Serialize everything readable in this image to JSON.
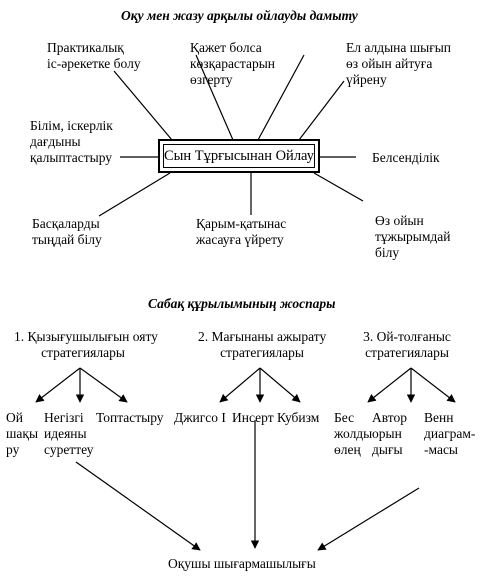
{
  "diagram1": {
    "title": "Оқу мен жазу арқылы ойлауды дамыту",
    "center": "Сын Тұрғысынан Ойлау",
    "nodes": {
      "practical": "Практикалық\nіс-әрекетке болу",
      "change": "Қажет болса\nкөзқарастарын\nөзгерту",
      "express": "Ел алдына шығып\nөз ойын айтуға\nүйрену",
      "knowledge": "Білім, іскерлік\nдағдыны\nқалыптастыру",
      "activity": "Белсенділік",
      "listen": "Басқаларды\nтыңдай білу",
      "communicate": "Қарым-қатынас\nжасауға үйрету",
      "formulate": "Өз ойын\nтұжырымдай\nбілу"
    }
  },
  "diagram2": {
    "title": "Сабақ құрылымының жоспары",
    "stages": [
      {
        "label": "1. Қызығушылығын ояту\nстратегиялары",
        "items": [
          "Ой\nшақы\nру",
          "Негізгі\nидеяны\nсуреттеу",
          "Топтастыру"
        ]
      },
      {
        "label": "2. Мағынаны ажырату\nстратегиялары",
        "items": [
          "Джигсо I",
          "Инсерт",
          "Кубизм"
        ]
      },
      {
        "label": "3. Ой-толғаныс\nстратегиялары",
        "items": [
          "Бес\nжолды\nөлең",
          "Автор\nорын\nдығы",
          "Венн\nдиаграм-\n-масы"
        ]
      }
    ],
    "result": "Оқушы шығармашылығы"
  }
}
